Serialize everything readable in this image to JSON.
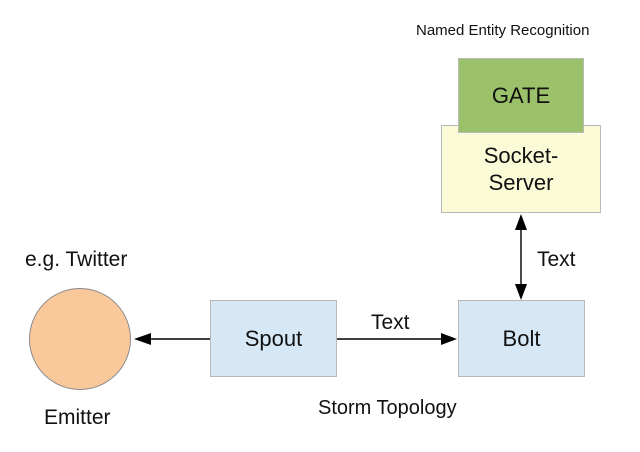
{
  "captions": {
    "named_entity_recognition": "Named Entity Recognition",
    "example_source": "e.g. Twitter",
    "emitter": "Emitter",
    "storm_topology": "Storm Topology"
  },
  "nodes": {
    "gate": "GATE",
    "socket_server": "Socket-\nServer",
    "spout": "Spout",
    "bolt": "Bolt"
  },
  "edges": {
    "spout_to_bolt": "Text",
    "bolt_to_socket_server": "Text"
  },
  "colors": {
    "gate_fill": "#9bc26a",
    "socket_server_fill": "#fbfbd8",
    "spout_fill": "#d6e8f5",
    "bolt_fill": "#d6e8f5",
    "emitter_fill": "#f9c89b",
    "arrow": "#000000"
  }
}
